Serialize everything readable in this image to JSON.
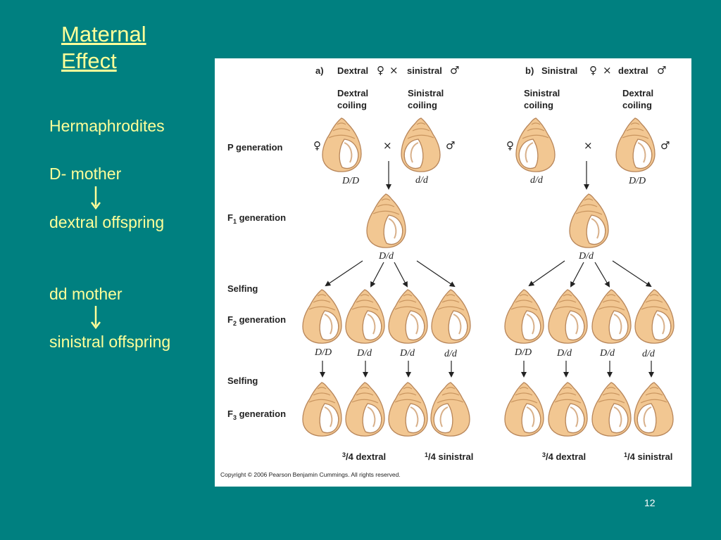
{
  "slide": {
    "title_line1": "Maternal",
    "title_line2": "Effect",
    "hermaphrodites": "Hermaphrodites",
    "d_mother": "D- mother",
    "dextral_offspring": "dextral offspring",
    "dd_mother": "dd mother",
    "sinistral_offspring": "sinistral offspring",
    "page_number": "12"
  },
  "figure": {
    "cross_a": {
      "label": "a)",
      "female": "Dextral",
      "male": "sinistral"
    },
    "cross_b": {
      "label": "b)",
      "female": "Sinistral",
      "male": "dextral"
    },
    "female_symbol": "♀",
    "male_symbol": "♂",
    "cross_symbol": "×",
    "p_coiling": {
      "a_left_1": "Dextral",
      "a_left_2": "coiling",
      "a_right_1": "Sinistral",
      "a_right_2": "coiling",
      "b_left_1": "Sinistral",
      "b_left_2": "coiling",
      "b_right_1": "Dextral",
      "b_right_2": "coiling"
    },
    "rows": {
      "p": "P generation",
      "f1": "F",
      "f1_sub": "1",
      "f1_suffix": " generation",
      "selfing1": "Selfing",
      "f2": "F",
      "f2_sub": "2",
      "f2_suffix": " generation",
      "selfing2": "Selfing",
      "f3": "F",
      "f3_sub": "3",
      "f3_suffix": " generation"
    },
    "genotypes": {
      "a_p_left": "D/D",
      "a_p_right": "d/d",
      "b_p_left": "d/d",
      "b_p_right": "D/D",
      "f1": "D/d",
      "f2": [
        "D/D",
        "D/d",
        "D/d",
        "d/d"
      ]
    },
    "ratios": {
      "dextral_num": "3",
      "dextral_den": "/4",
      "dextral_label": " dextral",
      "sinistral_num": "1",
      "sinistral_den": "/4",
      "sinistral_label": " sinistral"
    },
    "copyright": "Copyright © 2006 Pearson Benjamin Cummings. All rights reserved.",
    "colors": {
      "shell_fill": "#f2c792",
      "shell_stroke": "#b8865a",
      "background": "#008080",
      "slide_text": "#ffff99"
    }
  }
}
